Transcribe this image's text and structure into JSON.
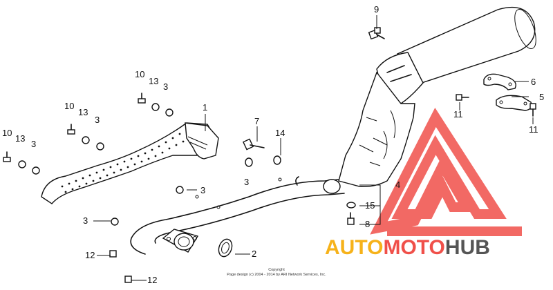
{
  "callouts": {
    "c1": "1",
    "c2": "2",
    "c3a": "3",
    "c3b": "3",
    "c3c": "3",
    "c3d": "3",
    "c3e": "3",
    "c3f": "3",
    "c4": "4",
    "c5": "5",
    "c6": "6",
    "c7": "7",
    "c8": "8",
    "c9": "9",
    "c10a": "10",
    "c10b": "10",
    "c10c": "10",
    "c11a": "11",
    "c11b": "11",
    "c12a": "12",
    "c12b": "12",
    "c13a": "13",
    "c13b": "13",
    "c13c": "13",
    "c14": "14",
    "c15": "15"
  },
  "copyright": {
    "line1": "Copyright",
    "line2": "Page design (c) 2004 - 2014 by ARI Network Services, Inc."
  },
  "logo": {
    "part1": "AUTO",
    "part2": "MOTO",
    "part3": "HUB",
    "color_orange": "#f6b21a",
    "color_red": "#f0504a",
    "color_gray": "#555555"
  }
}
